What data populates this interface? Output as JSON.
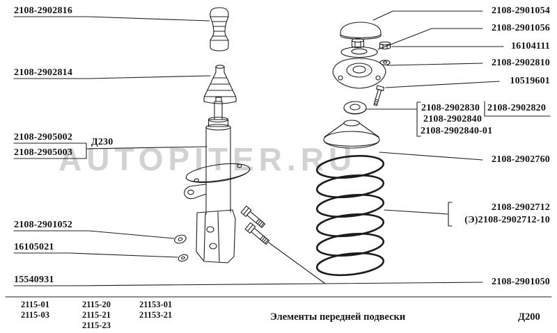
{
  "colors": {
    "ink": "#1c1c1c",
    "paper": "#ffffff",
    "watermark": "#cbcbcb"
  },
  "watermark": "AUTOPITER.RU",
  "labels": {
    "bump_stop": "2108-2902816",
    "dust_boot": "2108-2902814",
    "strut_left": "2108-2905002",
    "strut_right": "2108-2905003",
    "strut_sheet_note": "Д230",
    "washer": "2108-2901052",
    "lock_washer": "16105021",
    "bolt": "15540931",
    "cap": "2108-2901054",
    "limiter": "2108-2901056",
    "rod_nut": "16104111",
    "upper_support": "2108-2902810",
    "support_bolt": "10519601",
    "bearing": "2108-2902830",
    "bearing_assy": "2108-2902820",
    "bearing_alt1": "2108-2902840",
    "bearing_alt2": "2108-2902840-01",
    "spring_seat": "2108-2902760",
    "spring": "2108-2902712",
    "spring_alt": "(Э)2108-2902712-10",
    "spring_lower": "2108-2901050"
  },
  "footer": {
    "caption": "Элементы передней подвески",
    "sheet_code": "Д200",
    "models": [
      [
        "2115-01",
        "2115-03"
      ],
      [
        "2115-20",
        "2115-21",
        "2115-23"
      ],
      [
        "21153-01",
        "21153-21"
      ]
    ]
  }
}
